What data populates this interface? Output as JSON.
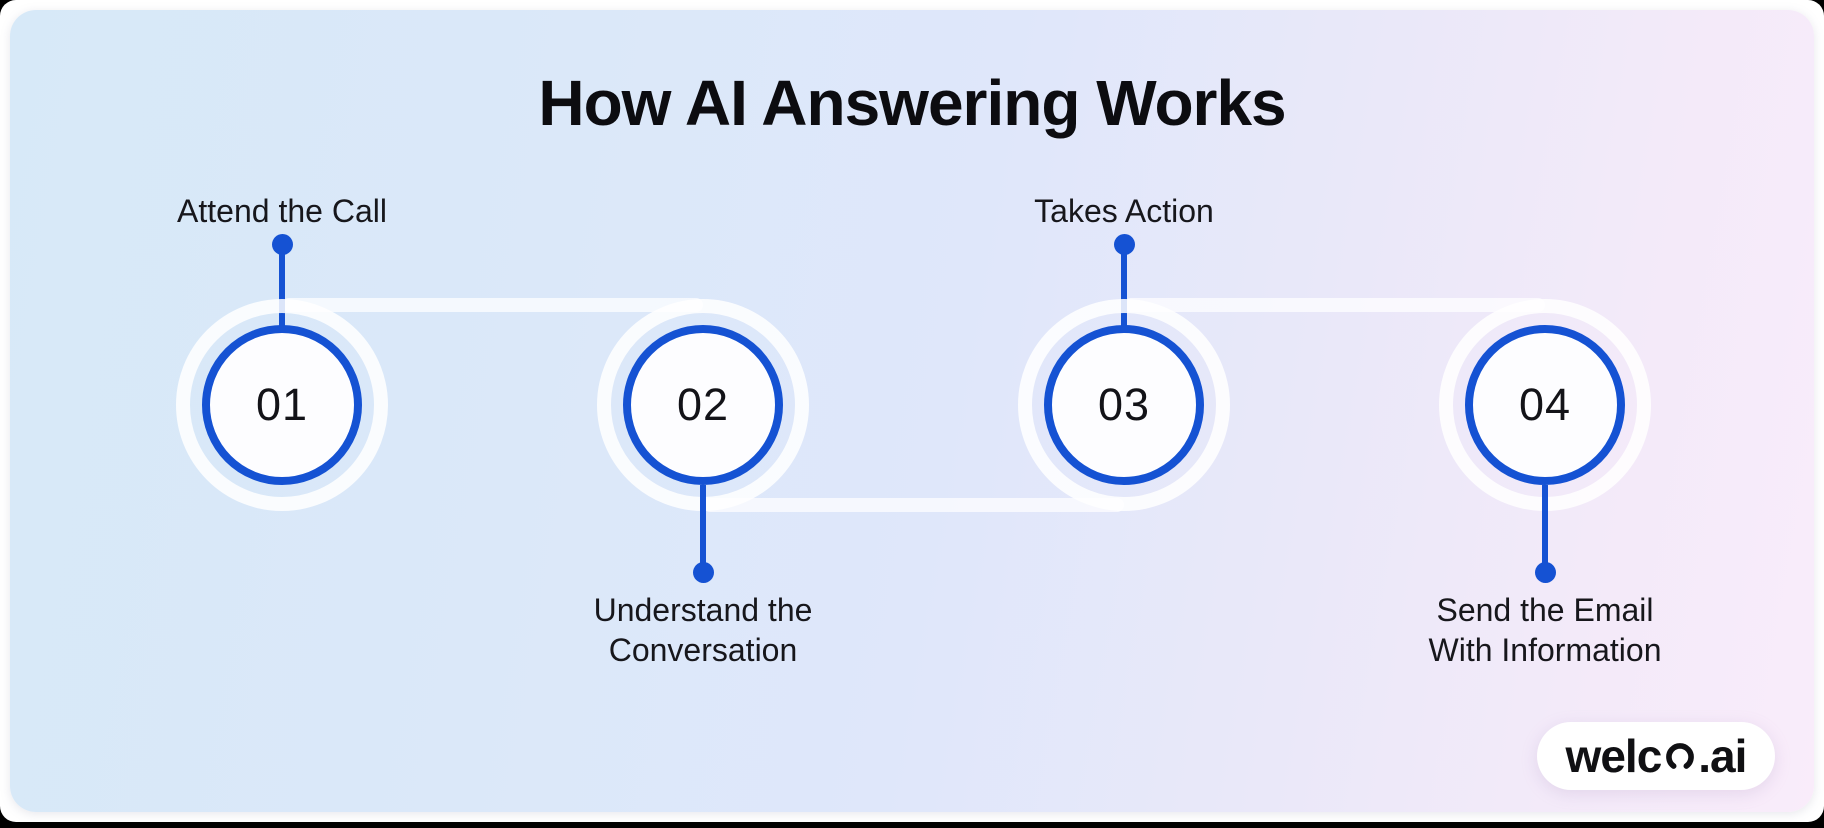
{
  "page": {
    "title": "How AI Answering Works"
  },
  "colors": {
    "accent_blue": "#1552d3",
    "text_dark": "#131318",
    "connector_white": "#ffffff",
    "circle_fill": "#fdfdff",
    "background_gradient_left": "#d7e9f8",
    "background_gradient_middle": "#dfe7fa",
    "background_gradient_right": "#f9ecfa"
  },
  "steps": [
    {
      "number": "01",
      "label": "Attend the Call",
      "label_lines": [
        "Attend the Call"
      ],
      "label_position": "above"
    },
    {
      "number": "02",
      "label": "Understand the Conversation",
      "label_lines": [
        "Understand the",
        "Conversation"
      ],
      "label_position": "below"
    },
    {
      "number": "03",
      "label": "Takes Action",
      "label_lines": [
        "Takes Action"
      ],
      "label_position": "above"
    },
    {
      "number": "04",
      "label": "Send the Email With Information",
      "label_lines": [
        "Send the Email",
        "With Information"
      ],
      "label_position": "below"
    }
  ],
  "logo": {
    "full_text": "welco.ai",
    "text_before": "welc",
    "icon": "headset-o-icon",
    "text_after": ".ai"
  }
}
